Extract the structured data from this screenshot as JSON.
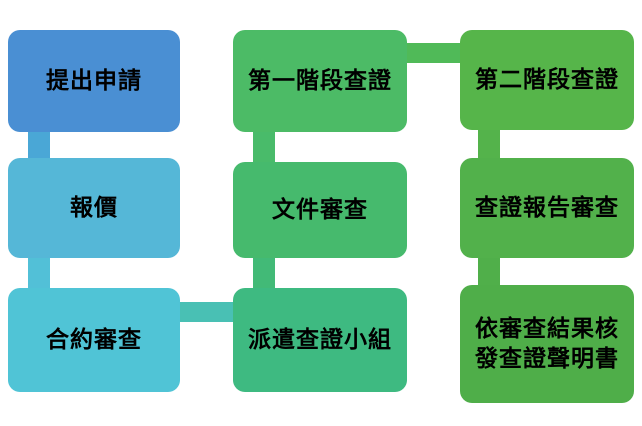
{
  "diagram": {
    "type": "flowchart",
    "background": "#ffffff",
    "text_color": "#000000",
    "steps": [
      {
        "order": 1,
        "label": "提出申請",
        "color": "#4a8fd3",
        "column": 1,
        "row": 1
      },
      {
        "order": 2,
        "label": "報價",
        "color": "#55b7d7",
        "column": 1,
        "row": 2
      },
      {
        "order": 3,
        "label": "合約審查",
        "color": "#50c4d6",
        "column": 1,
        "row": 3
      },
      {
        "order": 4,
        "label": "派遣查證小組",
        "color": "#3eba81",
        "column": 2,
        "row": 3
      },
      {
        "order": 5,
        "label": "文件審查",
        "color": "#46ba6d",
        "column": 2,
        "row": 2
      },
      {
        "order": 6,
        "label": "第一階段查證",
        "color": "#4cbb66",
        "column": 2,
        "row": 1
      },
      {
        "order": 7,
        "label": "第二階段查證",
        "color": "#56b54a",
        "column": 3,
        "row": 1
      },
      {
        "order": 8,
        "label": "查證報告審查",
        "color": "#52b14b",
        "column": 3,
        "row": 2
      },
      {
        "order": 9,
        "label": "依審查結果核發查證聲明書",
        "color": "#4fae49",
        "column": 3,
        "row": 3
      }
    ],
    "connectors": [
      {
        "from": 1,
        "to": 2,
        "orientation": "vertical",
        "color": "#4aa7d6"
      },
      {
        "from": 2,
        "to": 3,
        "orientation": "vertical",
        "color": "#52c0d7"
      },
      {
        "from": 3,
        "to": 4,
        "orientation": "horizontal",
        "color": "#49c0b4"
      },
      {
        "from": 4,
        "to": 5,
        "orientation": "vertical",
        "color": "#42ba77"
      },
      {
        "from": 5,
        "to": 6,
        "orientation": "vertical",
        "color": "#49bb6a"
      },
      {
        "from": 6,
        "to": 7,
        "orientation": "horizontal",
        "color": "#50ba58"
      },
      {
        "from": 7,
        "to": 8,
        "orientation": "vertical",
        "color": "#54b34b"
      },
      {
        "from": 8,
        "to": 9,
        "orientation": "vertical",
        "color": "#50af4a"
      }
    ]
  }
}
